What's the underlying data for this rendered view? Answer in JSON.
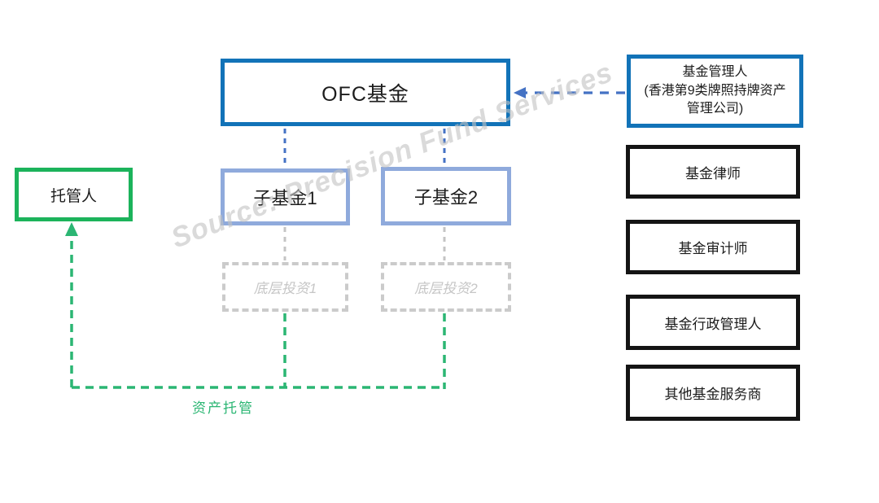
{
  "diagram": {
    "watermark": "Source: Precision Fund Services",
    "ofc_fund": {
      "label": "OFC基金"
    },
    "sub_funds": [
      {
        "label": "子基金1"
      },
      {
        "label": "子基金2"
      }
    ],
    "underlying_investments": [
      {
        "label": "底层投资1"
      },
      {
        "label": "底层投资2"
      }
    ],
    "custodian": {
      "label": "托管人"
    },
    "custody_line_label": "资产托管",
    "fund_manager": {
      "lines": [
        "基金管理人",
        "(香港第9类牌照持牌资产",
        "管理公司)"
      ]
    },
    "service_providers": [
      {
        "label": "基金律师"
      },
      {
        "label": "基金审计师"
      },
      {
        "label": "基金行政管理人"
      },
      {
        "label": "其他基金服务商"
      }
    ],
    "colors": {
      "strong_blue": "#1273b8",
      "light_blue": "#8faadc",
      "connector_blue": "#4472c4",
      "box_green": "#1cb35b",
      "line_green": "#2bb673",
      "dashed_gray": "#cbcbcb",
      "black": "#141414"
    }
  }
}
